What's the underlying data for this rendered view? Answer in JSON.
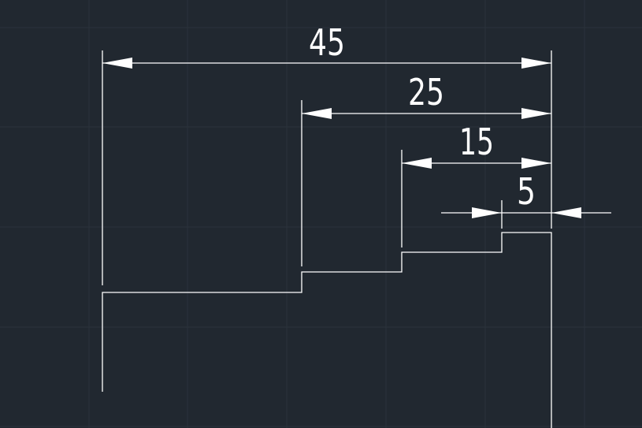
{
  "colors": {
    "background": "#212830",
    "grid": "#2a323b",
    "lines": "#ffffff"
  },
  "dimensions": {
    "d45": "45",
    "d25": "25",
    "d15": "15",
    "d5": "5"
  }
}
